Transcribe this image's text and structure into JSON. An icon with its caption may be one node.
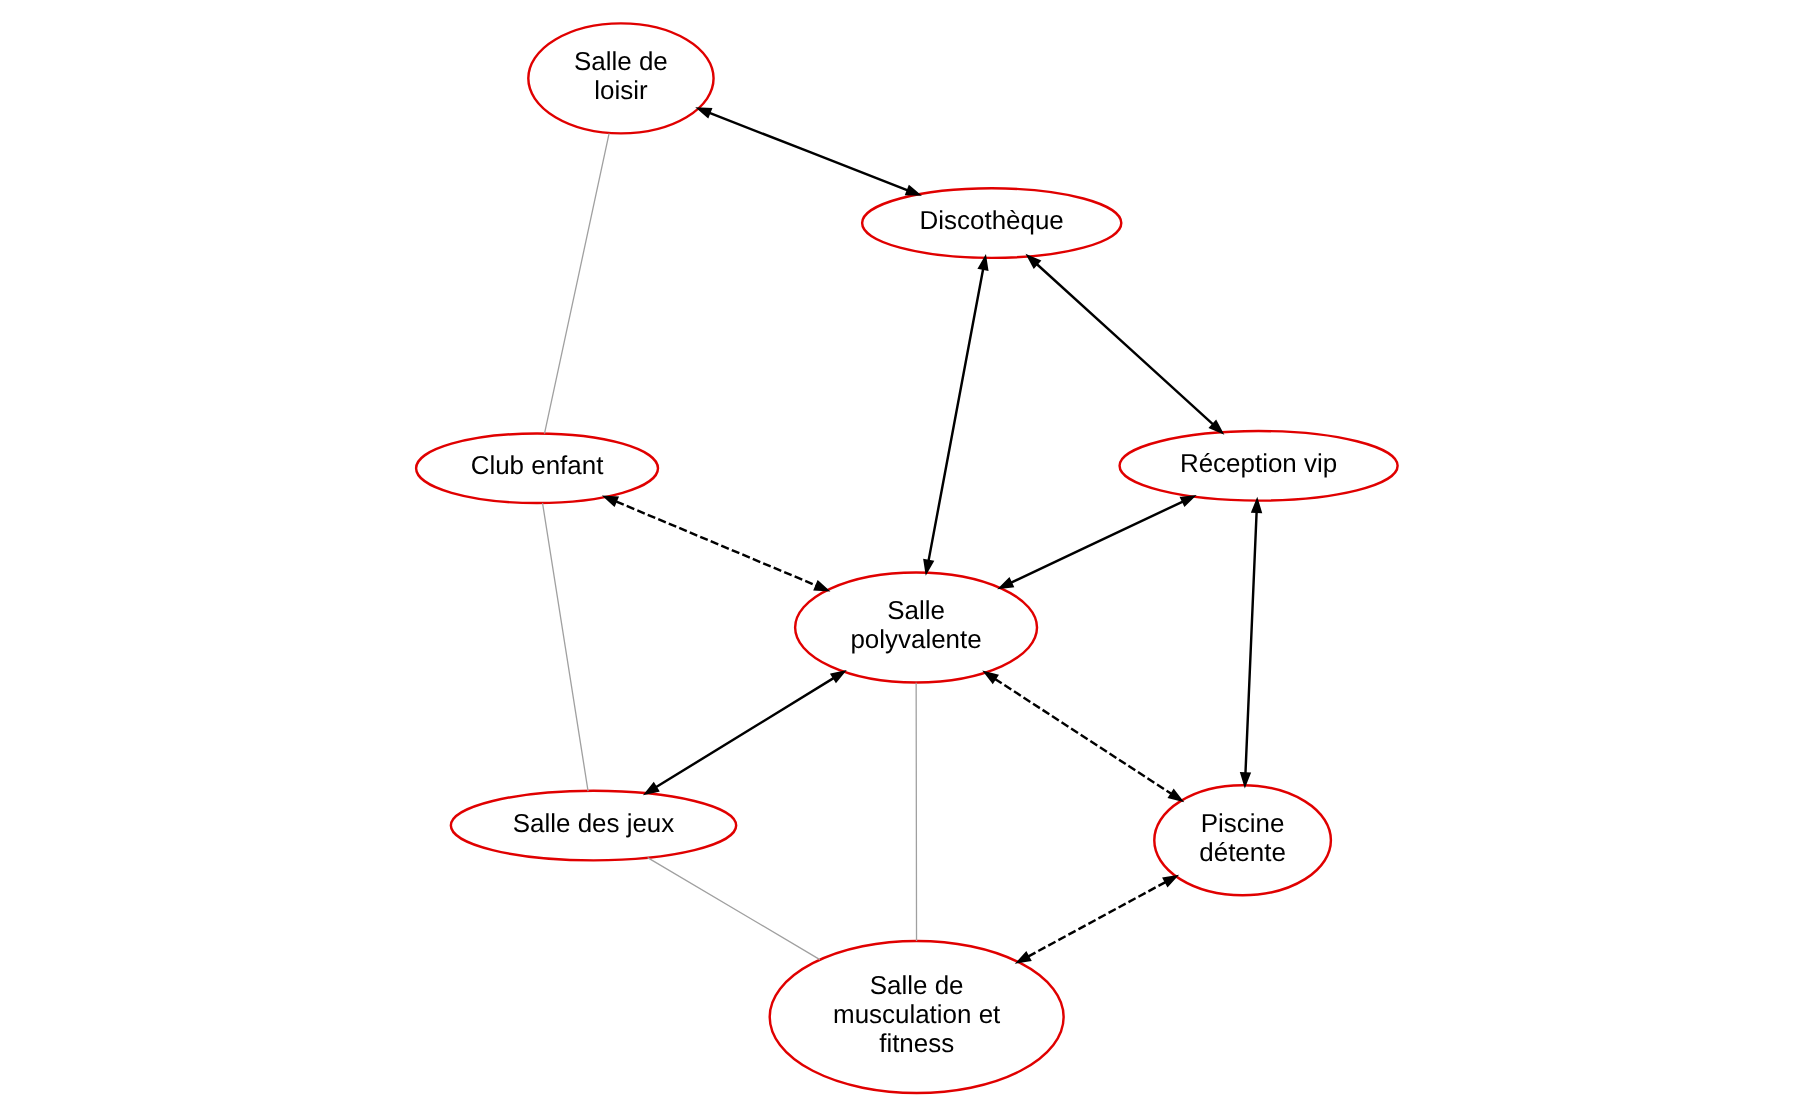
{
  "diagram": {
    "nodes": [
      {
        "text": [
          "Club enfant"
        ]
      },
      {
        "text": [
          "Salle de loisir"
        ]
      },
      {
        "text": [
          "Salle des jeux"
        ]
      },
      {
        "text": [
          "Discothèque"
        ]
      },
      {
        "text": [
          "Salle polyvalente"
        ]
      },
      {
        "text": [
          "Salle de musculation et fitness"
        ]
      },
      {
        "text": [
          "Réception vip"
        ]
      },
      {
        "text": [
          "Piscine détente"
        ]
      }
    ],
    "edges": [
      {
        "from": 1,
        "to": 0,
        "arrow": "none",
        "color": "#a0a0a0"
      },
      {
        "from": 0,
        "to": 2,
        "arrow": "none",
        "color": "#a0a0a0"
      },
      {
        "from": 0,
        "to": 4,
        "arrow": "both",
        "style": "dashed"
      },
      {
        "from": 1,
        "to": 3,
        "arrow": "both"
      },
      {
        "from": 2,
        "to": 4,
        "arrow": "both"
      },
      {
        "from": 2,
        "to": 5,
        "arrow": "none",
        "color": "#a0a0a0"
      },
      {
        "from": 3,
        "to": 4,
        "arrow": "both"
      },
      {
        "from": 4,
        "to": 5,
        "arrow": "none",
        "color": "#a0a0a0"
      },
      {
        "from": 3,
        "to": 6,
        "arrow": "both"
      },
      {
        "from": 6,
        "to": 4,
        "arrow": "both"
      },
      {
        "from": 4,
        "to": 7,
        "arrow": "both",
        "style": "dashed"
      },
      {
        "from": 6,
        "to": 7,
        "arrow": "both"
      },
      {
        "from": 7,
        "to": 5,
        "arrow": "both",
        "style": "dashed"
      }
    ]
  }
}
